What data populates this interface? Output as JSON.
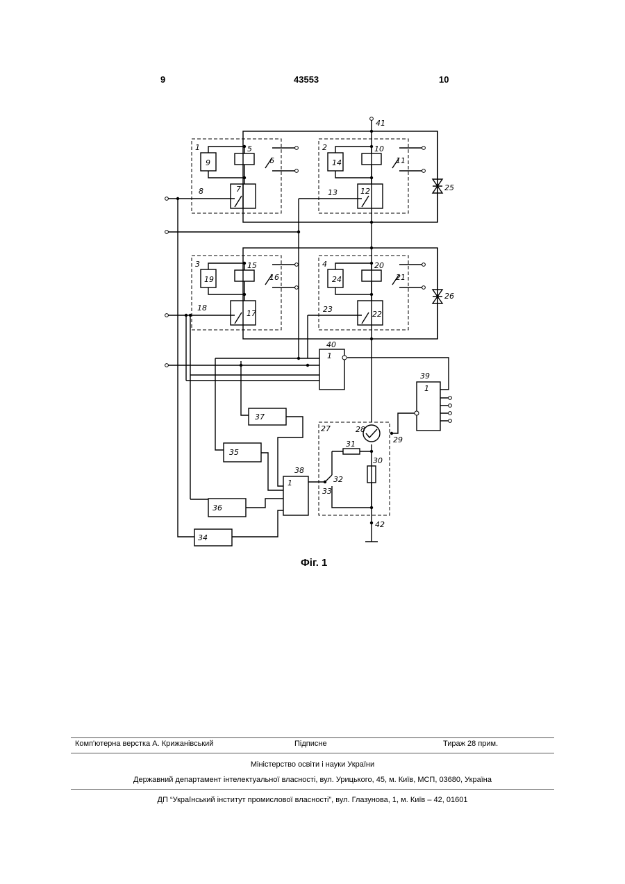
{
  "header": {
    "page_left": "9",
    "patent_number": "43553",
    "page_right": "10"
  },
  "figure": {
    "caption": "Фіг. 1",
    "labels": {
      "1": "1",
      "2": "2",
      "3": "3",
      "4": "4",
      "5": "5",
      "6": "6",
      "7": "7",
      "8": "8",
      "9": "9",
      "10": "10",
      "11": "11",
      "12": "12",
      "13": "13",
      "14": "14",
      "15": "15",
      "16": "16",
      "17": "17",
      "18": "18",
      "19": "19",
      "20": "20",
      "21": "21",
      "22": "22",
      "23": "23",
      "24": "24",
      "25": "25",
      "26": "26",
      "27": "27",
      "28": "28",
      "29": "29",
      "30": "30",
      "31": "31",
      "32": "32",
      "33": "33",
      "34": "34",
      "35": "35",
      "36": "36",
      "37": "37",
      "38": "38",
      "39": "39",
      "40": "40",
      "41": "41",
      "42": "42"
    },
    "gate_symbol": "1"
  },
  "footer": {
    "layout": "Комп'ютерна верстка А. Крижанівський",
    "signed": "Підписне",
    "circulation": "Тираж 28 прим.",
    "ministry": "Міністерство освіти і науки України",
    "department": "Державний департамент інтелектуальної власності, вул. Урицького, 45, м. Київ, МСП, 03680, Україна",
    "institute": "ДП “Український інститут промислової власності”, вул. Глазунова, 1, м. Київ – 42, 01601"
  }
}
